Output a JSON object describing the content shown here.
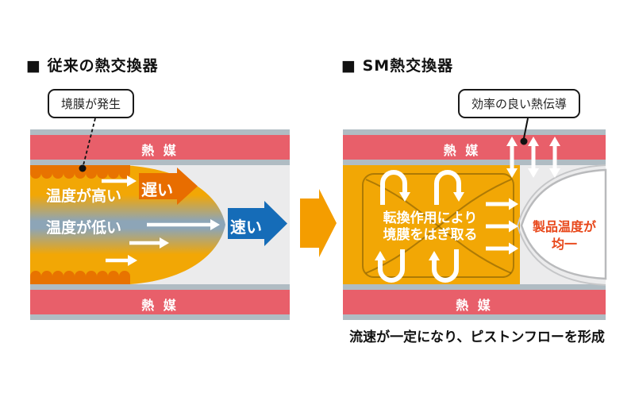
{
  "colors": {
    "heat_medium_red": "#e85f6a",
    "wall_gray": "#b0bcc3",
    "channel_bg": "#ebebec",
    "fluid_yellow": "#f2a705",
    "boundary_film_orange": "#e87300",
    "slow_arrow_orange": "#e86d00",
    "fast_arrow_blue": "#156cb8",
    "cold_band_blue": "#8da5b7",
    "transition_arrow_orange": "#f49d00",
    "product_text_red": "#e8481b"
  },
  "left_panel": {
    "title": "■ 従来の熱交換器",
    "callout_label": "境膜が発生",
    "heat_medium_top": "熱 媒",
    "heat_medium_bottom": "熱 媒",
    "hot_label": "温度が高い",
    "cold_label": "温度が低い",
    "slow_arrow_label": "遅い",
    "fast_arrow_label": "速い"
  },
  "right_panel": {
    "title": "■ SM熱交換器",
    "callout_label": "効率の良い熱伝導",
    "heat_medium_top": "熱 媒",
    "heat_medium_bottom": "熱 媒",
    "mixing_label_line1": "転換作用により",
    "mixing_label_line2": "境膜をはぎ取る",
    "product_label_line1": "製品温度が",
    "product_label_line2": "均一",
    "caption": "流速が一定になり、ピストンフローを形成"
  }
}
